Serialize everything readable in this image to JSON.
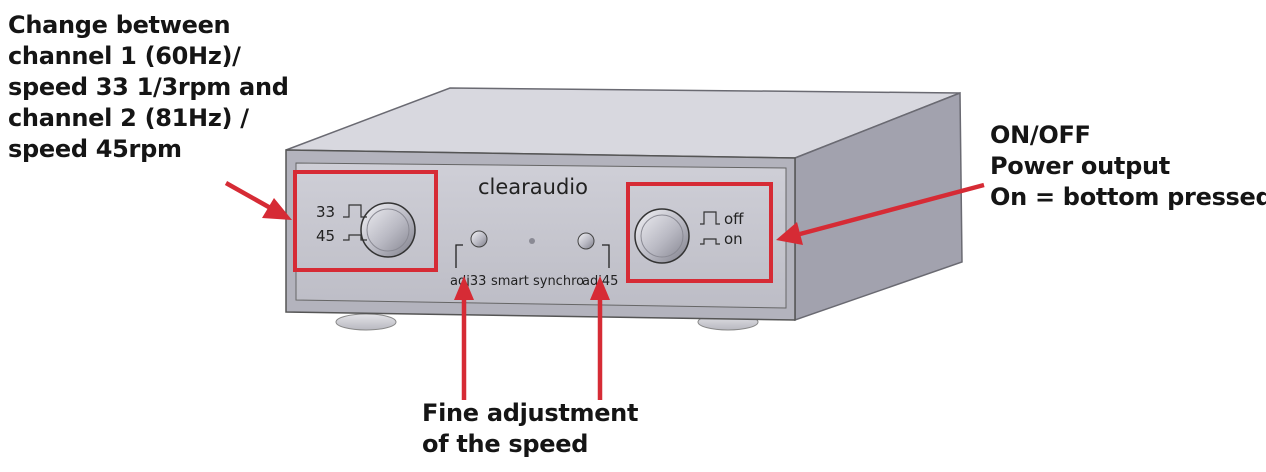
{
  "callouts": {
    "speed_switch": [
      "Change between",
      "channel 1 (60Hz)/",
      "speed 33 1/3rpm and",
      "channel 2 (81Hz) /",
      "speed 45rpm"
    ],
    "power_switch": [
      "ON/OFF",
      "Power output",
      "On = bottom pressed"
    ],
    "fine_adjustment": [
      "Fine adjustment",
      "of the speed"
    ]
  },
  "device": {
    "brand": "clearaudio",
    "speed_labels": [
      "33",
      "45"
    ],
    "power_labels": [
      "off",
      "on"
    ],
    "adjust_labels": [
      "adj33",
      "smart synchro",
      "adj45"
    ]
  },
  "colors": {
    "highlight": "#d62b35",
    "arrow": "#d62b35",
    "panel": "#c6c6cf",
    "top": "#d6d6dd",
    "side": "#9e9eaa"
  }
}
